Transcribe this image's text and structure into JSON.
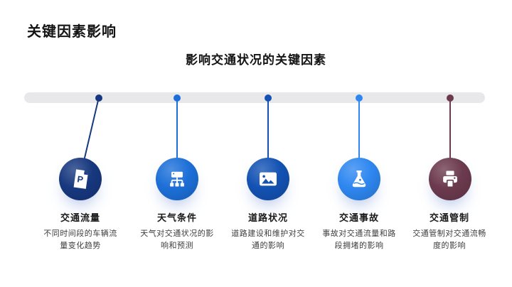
{
  "slide": {
    "title": "关键因素影响",
    "subtitle": "影响交通状况的关键因素"
  },
  "timeline": {
    "bar_color": "#E8E8EB"
  },
  "items": [
    {
      "title": "交通流量",
      "desc": "不同时间段的车辆流量变化趋势",
      "color": "#17387F",
      "icon": "document-p-icon",
      "letter": "P"
    },
    {
      "title": "天气条件",
      "desc": "天气对交通状况的影响和预测",
      "color": "#1C6FD8",
      "icon": "sitemap-icon"
    },
    {
      "title": "道路状况",
      "desc": "道路建设和维护对交通的影响",
      "color": "#1352B3",
      "icon": "image-icon"
    },
    {
      "title": "交通事故",
      "desc": "事故对交通流量和路段拥堵的影响",
      "color": "#2E87F0",
      "icon": "flask-icon"
    },
    {
      "title": "交通管制",
      "desc": "交通管制对交通流畅度的影响",
      "color": "#6C3A4E",
      "icon": "printer-icon"
    }
  ]
}
